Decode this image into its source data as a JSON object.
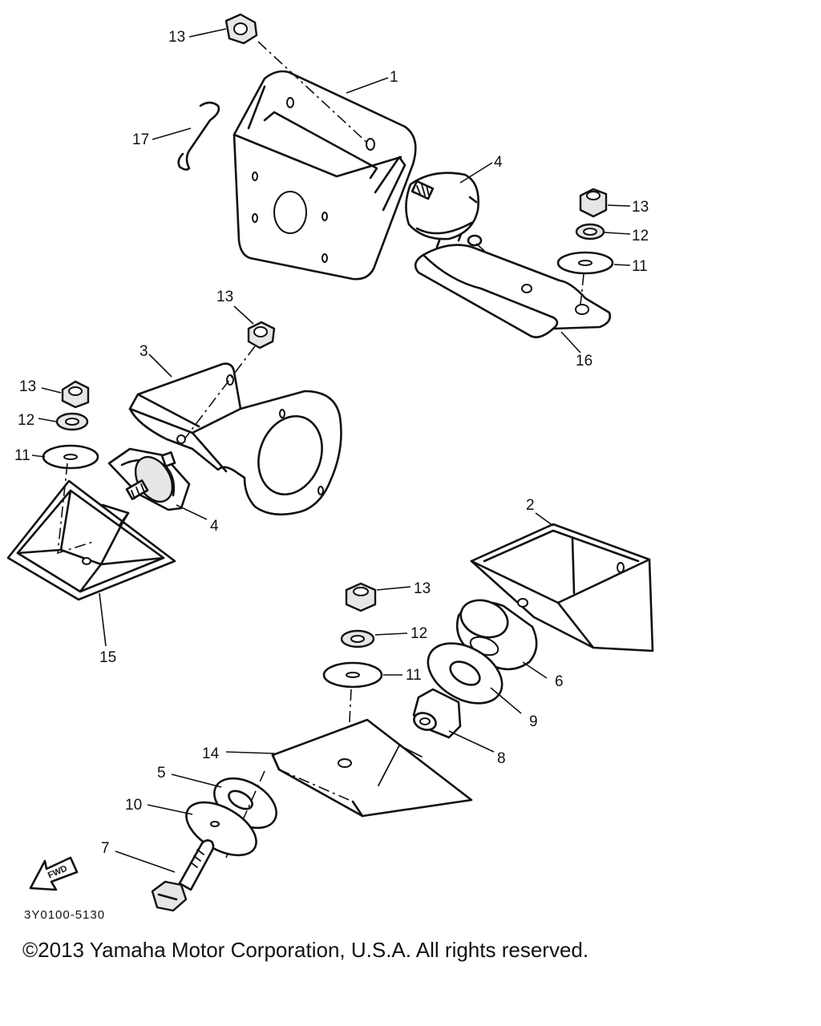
{
  "diagram": {
    "callouts": {
      "c1": "1",
      "c2": "2",
      "c3": "3",
      "c4a": "4",
      "c4b": "4",
      "c5": "5",
      "c6": "6",
      "c7": "7",
      "c8": "8",
      "c9": "9",
      "c10": "10",
      "c11a": "11",
      "c11b": "11",
      "c11c": "11",
      "c12a": "12",
      "c12b": "12",
      "c12c": "12",
      "c13a": "13",
      "c13b": "13",
      "c13c": "13",
      "c13d": "13",
      "c13e": "13",
      "c14": "14",
      "c15": "15",
      "c16": "16",
      "c17": "17"
    },
    "fwd_label": "FWD",
    "drawing_code": "3Y0100-5130"
  },
  "copyright": "©2013 Yamaha Motor Corporation, U.S.A. All rights reserved."
}
